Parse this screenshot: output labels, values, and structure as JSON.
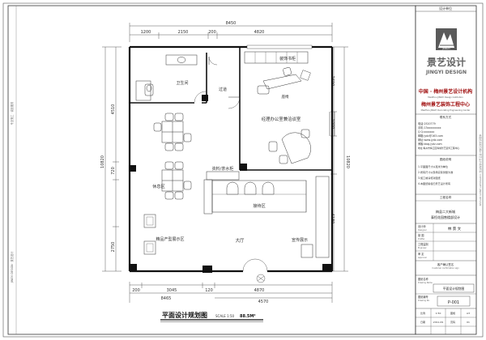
{
  "plan": {
    "title": "平面设计规划图",
    "scale": "SCALE 1:50",
    "area": "88.5M²",
    "dimensions": {
      "top_total": "8450",
      "top_segments": [
        "1200",
        "2150",
        "200",
        "4820"
      ],
      "bottom_segments": [
        "200",
        "3045",
        "120",
        "4870"
      ],
      "bottom_total": "8465",
      "bottom_right": "4570",
      "left_total": "10820",
      "left_segments": [
        "4510",
        "720",
        "2750"
      ],
      "right_total": "10820",
      "right_segments": [
        "2690",
        "1000",
        "4180"
      ]
    },
    "rooms": {
      "toilet": "卫生间",
      "corridor": "过道",
      "display_cabinet": "装饰书柜",
      "office": "经理办公室兼洽谈室",
      "storage": "资料/茶水柜",
      "rest_area": "休息区",
      "reception": "接待区",
      "hall": "大厅",
      "product_display": "精品产型展示区",
      "promo_display": "宣传展示",
      "chair_label": "座椅"
    }
  },
  "title_block": {
    "header": "设计单位",
    "logo_word": "JINGYI",
    "brand_cn": "景艺设计",
    "brand_en": "JINGYI DESIGN",
    "org_name_1": "中国 · 梅州景艺设计机构",
    "org_sub_1": "MeiZhou JINGYI Design Institution",
    "org_name_2": "梅州景艺装饰工程中心",
    "org_sub_2": "MeiZhou JINGYI Decorating Engineering Center",
    "contact_header": "联系方式",
    "contact_lines": [
      "电话:2520779",
      "手机:13xxxxxxxxx",
      "Q Q:xxxxxxx",
      "邮箱:jydz@163.com",
      "网址:www.jydz.com",
      "博客:blog.jydz.com",
      "地址:梅州市梅江区梅城景艺装饰工程中心"
    ],
    "notes_header": "图纸说明",
    "notes_lines": [
      "1.平面图尺寸以毫米为单位",
      "2.所有尺寸以现场实际测量为准",
      "3.施工前请核对图纸",
      "4.本图纸版权归景艺设计所有"
    ],
    "project_header": "工程名称",
    "project_lines": [
      "梅县二大新城",
      "泰恒花园售楼部设计"
    ],
    "designer_label": "设计师",
    "designer_en": "Designer",
    "designer_name": "林 景 文",
    "drafter_label": "制 图",
    "drafter_en": "Drafter",
    "checker_label": "工程监制",
    "checker_en": "Engineer",
    "approver_label": "审 定",
    "approver_en": "Approver",
    "client_header": "客户确认签名",
    "client_en": "Customer confirmation sign",
    "drawing_name_label": "图纸名称",
    "drawing_name_en": "Drawing Name",
    "drawing_name": "平面设计规划图",
    "drawing_no_label": "图纸编号",
    "drawing_no_en": "Drawing No.",
    "drawing_no": "P-001",
    "scale_label": "比例",
    "scale_value": "1:50",
    "sheet_label": "图幅",
    "sheet_value": "A3",
    "date_label": "日期",
    "date_value": "2011.09",
    "page_label": "页码",
    "page_value": "01"
  },
  "margin_text": {
    "left_top": "专业施工 · 诚信服务",
    "left_bottom": "JINGYI DESIGN · 景艺设计",
    "right_side": "本图纸版权归梅州景艺设计机构所有 COPYRIGHT JINGYI DESIGN"
  }
}
